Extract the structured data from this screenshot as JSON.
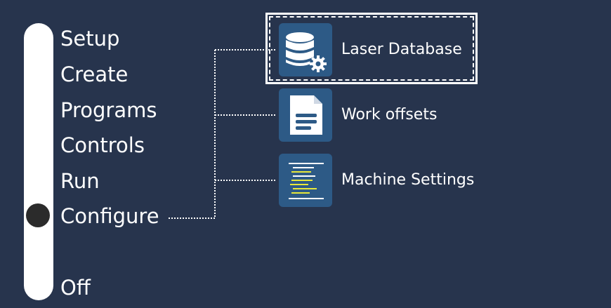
{
  "mode_selector": {
    "items": [
      {
        "label": "Setup"
      },
      {
        "label": "Create"
      },
      {
        "label": "Programs"
      },
      {
        "label": "Controls"
      },
      {
        "label": "Run"
      },
      {
        "label": "Configure"
      },
      {
        "label": "Off"
      }
    ],
    "selected": "Configure"
  },
  "configure_menu": {
    "items": [
      {
        "label": "Laser Database",
        "icon": "database-gear-icon",
        "selected": true
      },
      {
        "label": "Work offsets",
        "icon": "document-icon",
        "selected": false
      },
      {
        "label": "Machine Settings",
        "icon": "settings-list-icon",
        "selected": false
      }
    ]
  },
  "colors": {
    "background": "#27344d",
    "tile": "#2d5a86",
    "accent_yellow": "#e8e83a",
    "text": "#ffffff"
  }
}
